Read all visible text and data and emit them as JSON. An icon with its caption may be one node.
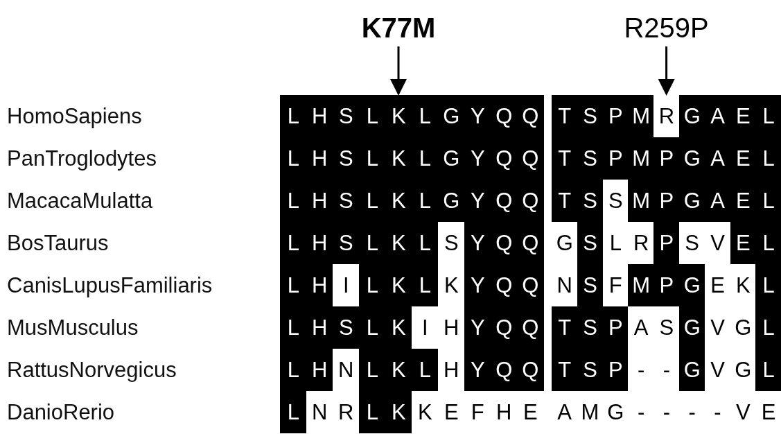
{
  "diagram": {
    "nodes": [
      {
        "text": [
          "K77M"
        ]
      },
      {
        "text": [
          "R259P"
        ]
      },
      {
        "text": [
          "L"
        ]
      },
      {
        "text": [
          "H"
        ]
      },
      {
        "text": [
          "S"
        ]
      },
      {
        "text": [
          "L"
        ]
      },
      {
        "text": [
          "K"
        ]
      },
      {
        "text": [
          "L"
        ]
      },
      {
        "text": [
          "G"
        ]
      },
      {
        "text": [
          "Y"
        ]
      },
      {
        "text": [
          "Q"
        ]
      },
      {
        "text": [
          "Q"
        ]
      },
      {
        "text": [
          "T"
        ]
      },
      {
        "text": [
          "S"
        ]
      },
      {
        "text": [
          "P"
        ]
      },
      {
        "text": [
          "M"
        ]
      },
      {
        "text": [
          "R"
        ]
      },
      {
        "text": [
          "G"
        ]
      },
      {
        "text": [
          "A"
        ]
      },
      {
        "text": [
          "E"
        ]
      },
      {
        "text": [
          "L"
        ]
      },
      {
        "text": [
          "L"
        ]
      },
      {
        "text": [
          "H"
        ]
      },
      {
        "text": [
          "S"
        ]
      },
      {
        "text": [
          "L"
        ]
      },
      {
        "text": [
          "K"
        ]
      },
      {
        "text": [
          "L"
        ]
      },
      {
        "text": [
          "G"
        ]
      },
      {
        "text": [
          "Y"
        ]
      },
      {
        "text": [
          "Q"
        ]
      },
      {
        "text": [
          "Q"
        ]
      },
      {
        "text": [
          "T"
        ]
      },
      {
        "text": [
          "S"
        ]
      },
      {
        "text": [
          "P"
        ]
      },
      {
        "text": [
          "M"
        ]
      },
      {
        "text": [
          "P"
        ]
      },
      {
        "text": [
          "G"
        ]
      },
      {
        "text": [
          "A"
        ]
      },
      {
        "text": [
          "E"
        ]
      },
      {
        "text": [
          "L"
        ]
      },
      {
        "text": [
          "L"
        ]
      },
      {
        "text": [
          "H"
        ]
      },
      {
        "text": [
          "S"
        ]
      },
      {
        "text": [
          "L"
        ]
      },
      {
        "text": [
          "K"
        ]
      },
      {
        "text": [
          "L"
        ]
      },
      {
        "text": [
          "G"
        ]
      },
      {
        "text": [
          "Y"
        ]
      },
      {
        "text": [
          "Q"
        ]
      },
      {
        "text": [
          "Q"
        ]
      },
      {
        "text": [
          "T"
        ]
      },
      {
        "text": [
          "S"
        ]
      },
      {
        "text": [
          "S"
        ]
      },
      {
        "text": [
          "M"
        ]
      },
      {
        "text": [
          "P"
        ]
      },
      {
        "text": [
          "G"
        ]
      },
      {
        "text": [
          "A"
        ]
      },
      {
        "text": [
          "E"
        ]
      },
      {
        "text": [
          "L"
        ]
      },
      {
        "text": [
          "L"
        ]
      },
      {
        "text": [
          "H"
        ]
      },
      {
        "text": [
          "S"
        ]
      },
      {
        "text": [
          "L"
        ]
      },
      {
        "text": [
          "K"
        ]
      },
      {
        "text": [
          "L"
        ]
      },
      {
        "text": [
          "S"
        ]
      },
      {
        "text": [
          "Y"
        ]
      },
      {
        "text": [
          "Q"
        ]
      },
      {
        "text": [
          "Q"
        ]
      },
      {
        "text": [
          "G"
        ]
      },
      {
        "text": [
          "S"
        ]
      },
      {
        "text": [
          "L"
        ]
      },
      {
        "text": [
          "R"
        ]
      },
      {
        "text": [
          "P"
        ]
      },
      {
        "text": [
          "S"
        ]
      },
      {
        "text": [
          "V"
        ]
      },
      {
        "text": [
          "E"
        ]
      },
      {
        "text": [
          "L"
        ]
      },
      {
        "text": [
          "L"
        ]
      },
      {
        "text": [
          "H"
        ]
      },
      {
        "text": [
          "I"
        ]
      },
      {
        "text": [
          "L"
        ]
      },
      {
        "text": [
          "K"
        ]
      },
      {
        "text": [
          "L"
        ]
      },
      {
        "text": [
          "K"
        ]
      },
      {
        "text": [
          "Y"
        ]
      },
      {
        "text": [
          "Q"
        ]
      },
      {
        "text": [
          "Q"
        ]
      },
      {
        "text": [
          "N"
        ]
      },
      {
        "text": [
          "S"
        ]
      },
      {
        "text": [
          "F"
        ]
      },
      {
        "text": [
          "M"
        ]
      },
      {
        "text": [
          "P"
        ]
      },
      {
        "text": [
          "G"
        ]
      },
      {
        "text": [
          "E"
        ]
      },
      {
        "text": [
          "K"
        ]
      },
      {
        "text": [
          "L"
        ]
      },
      {
        "text": [
          "L"
        ]
      },
      {
        "text": [
          "H"
        ]
      },
      {
        "text": [
          "S"
        ]
      },
      {
        "text": [
          "L"
        ]
      },
      {
        "text": [
          "K"
        ]
      },
      {
        "text": [
          "I"
        ]
      },
      {
        "text": [
          "H"
        ]
      },
      {
        "text": [
          "Y"
        ]
      },
      {
        "text": [
          "Q"
        ]
      },
      {
        "text": [
          "Q"
        ]
      },
      {
        "text": [
          "T"
        ]
      },
      {
        "text": [
          "S"
        ]
      },
      {
        "text": [
          "P"
        ]
      },
      {
        "text": [
          "A"
        ]
      },
      {
        "text": [
          "S"
        ]
      },
      {
        "text": [
          "G"
        ]
      },
      {
        "text": [
          "V"
        ]
      },
      {
        "text": [
          "G"
        ]
      },
      {
        "text": [
          "L"
        ]
      },
      {
        "text": [
          "L"
        ]
      },
      {
        "text": [
          "H"
        ]
      },
      {
        "text": [
          "N"
        ]
      },
      {
        "text": [
          "L"
        ]
      },
      {
        "text": [
          "K"
        ]
      },
      {
        "text": [
          "L"
        ]
      },
      {
        "text": [
          "H"
        ]
      },
      {
        "text": [
          "Y"
        ]
      },
      {
        "text": [
          "Q"
        ]
      },
      {
        "text": [
          "Q"
        ]
      },
      {
        "text": [
          "T"
        ]
      },
      {
        "text": [
          "S"
        ]
      },
      {
        "text": [
          "P"
        ]
      },
      {
        "text": [
          "-"
        ]
      },
      {
        "text": [
          "-"
        ]
      },
      {
        "text": [
          "G"
        ]
      },
      {
        "text": [
          "V"
        ]
      },
      {
        "text": [
          "G"
        ]
      },
      {
        "text": [
          "L"
        ]
      },
      {
        "text": [
          "L"
        ]
      },
      {
        "text": [
          "N"
        ]
      },
      {
        "text": [
          "R"
        ]
      },
      {
        "text": [
          "L"
        ]
      },
      {
        "text": [
          "K"
        ]
      },
      {
        "text": [
          "K"
        ]
      },
      {
        "text": [
          "E"
        ]
      },
      {
        "text": [
          "F"
        ]
      },
      {
        "text": [
          "H"
        ]
      },
      {
        "text": [
          "E"
        ]
      },
      {
        "text": [
          "A"
        ]
      },
      {
        "text": [
          "M"
        ]
      },
      {
        "text": [
          "G"
        ]
      },
      {
        "text": [
          "-"
        ]
      },
      {
        "text": [
          "-"
        ]
      },
      {
        "text": [
          "-"
        ]
      },
      {
        "text": [
          "-"
        ]
      },
      {
        "text": [
          "V"
        ]
      },
      {
        "text": [
          "E"
        ]
      }
    ],
    "edges": [
      {
        "from": 0,
        "to": 6,
        "arrow": "to"
      },
      {
        "from": 1,
        "to": 16,
        "arrow": "to"
      }
    ],
    "labels": [
      "HomoSapiens",
      "PanTroglodytes",
      "MacacaMulatta",
      "BosTaurus",
      "CanisLupusFamiliaris",
      "MusMusculus",
      "RattusNorvegicus",
      "DanioRerio"
    ]
  }
}
